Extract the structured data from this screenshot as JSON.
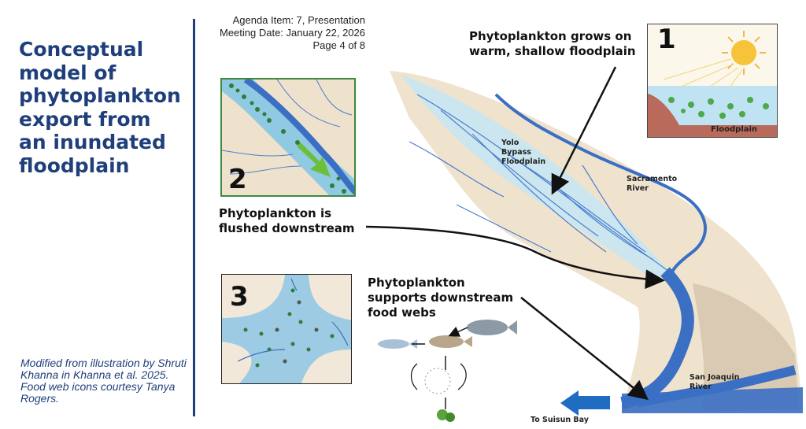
{
  "title": "Conceptual model of phytoplankton export from an inundated floodplain",
  "agenda": {
    "item": "Agenda Item: 7, Presentation",
    "date": "Meeting Date: January 22, 2026",
    "page": "Page 4 of 8"
  },
  "credit": {
    "line1": "Modified from illustration by Shruti Khanna in Khanna et al. 2025.",
    "line2": "Food web icons courtesy Tanya Rogers."
  },
  "labels": {
    "grows_line1": "Phytoplankton grows on",
    "grows_line2": "warm, shallow floodplain",
    "flushed_line1": "Phytoplankton is",
    "flushed_line2": "flushed downstream",
    "supports_line1": "Phytoplankton",
    "supports_line2": "supports downstream",
    "supports_line3": "food webs"
  },
  "map_labels": {
    "yolo_1": "Yolo",
    "yolo_2": "Bypass",
    "yolo_3": "Floodplain",
    "sac_1": "Sacramento",
    "sac_2": "River",
    "sj_1": "San Joaquin",
    "sj_2": "River",
    "suisun": "To Suisun Bay"
  },
  "panels": {
    "p1": {
      "number": "1",
      "caption": "Floodplain"
    },
    "p2": {
      "number": "2"
    },
    "p3": {
      "number": "3"
    }
  },
  "colors": {
    "title_blue": "#1f3f7a",
    "river_blue": "#3a6fc4",
    "flood_water": "#bfe3f2",
    "land_tan": "#e9d9c2",
    "arrow_blue": "#1f6cc2",
    "panel2_border": "#3d8a3d",
    "panel1_border": "#444444"
  }
}
